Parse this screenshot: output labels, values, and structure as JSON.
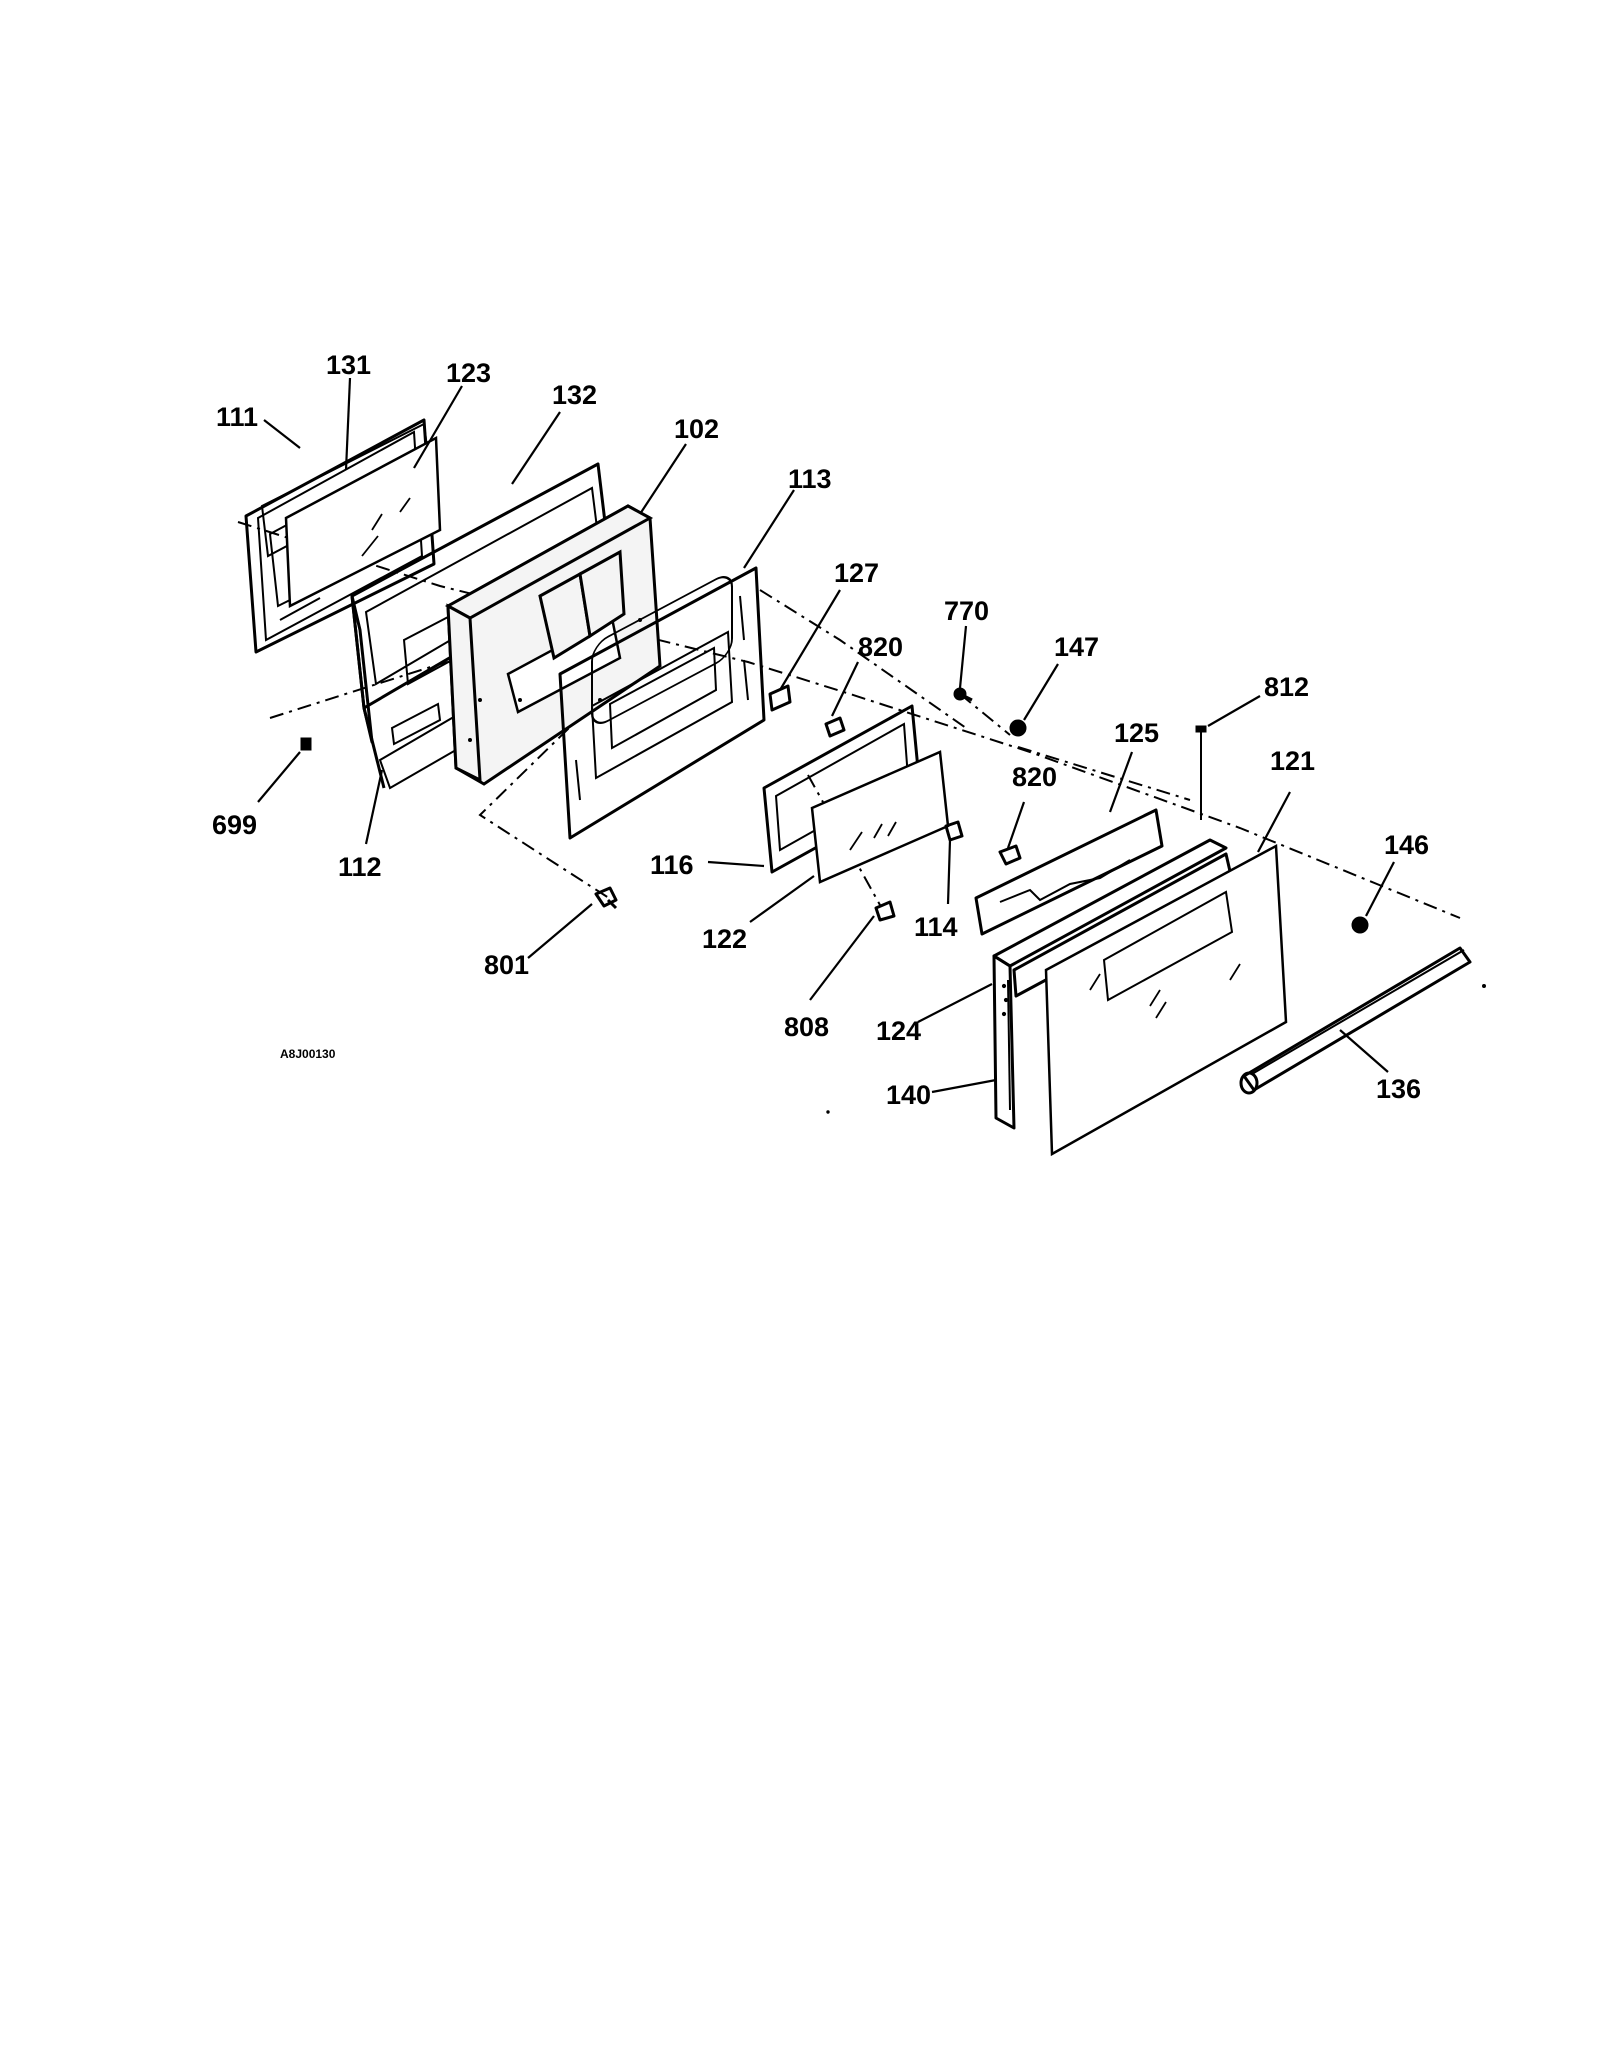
{
  "diagram_code": "A8J00130",
  "callouts": [
    {
      "id": "111",
      "text": "111"
    },
    {
      "id": "131",
      "text": "131"
    },
    {
      "id": "123",
      "text": "123"
    },
    {
      "id": "132",
      "text": "132"
    },
    {
      "id": "102",
      "text": "102"
    },
    {
      "id": "113",
      "text": "113"
    },
    {
      "id": "127",
      "text": "127"
    },
    {
      "id": "770",
      "text": "770"
    },
    {
      "id": "147",
      "text": "147"
    },
    {
      "id": "820a",
      "text": "820"
    },
    {
      "id": "812",
      "text": "812"
    },
    {
      "id": "125",
      "text": "125"
    },
    {
      "id": "121",
      "text": "121"
    },
    {
      "id": "820b",
      "text": "820"
    },
    {
      "id": "146",
      "text": "146"
    },
    {
      "id": "699",
      "text": "699"
    },
    {
      "id": "112",
      "text": "112"
    },
    {
      "id": "116",
      "text": "116"
    },
    {
      "id": "114",
      "text": "114"
    },
    {
      "id": "122",
      "text": "122"
    },
    {
      "id": "801",
      "text": "801"
    },
    {
      "id": "808",
      "text": "808"
    },
    {
      "id": "124",
      "text": "124"
    },
    {
      "id": "140",
      "text": "140"
    },
    {
      "id": "136",
      "text": "136"
    }
  ]
}
